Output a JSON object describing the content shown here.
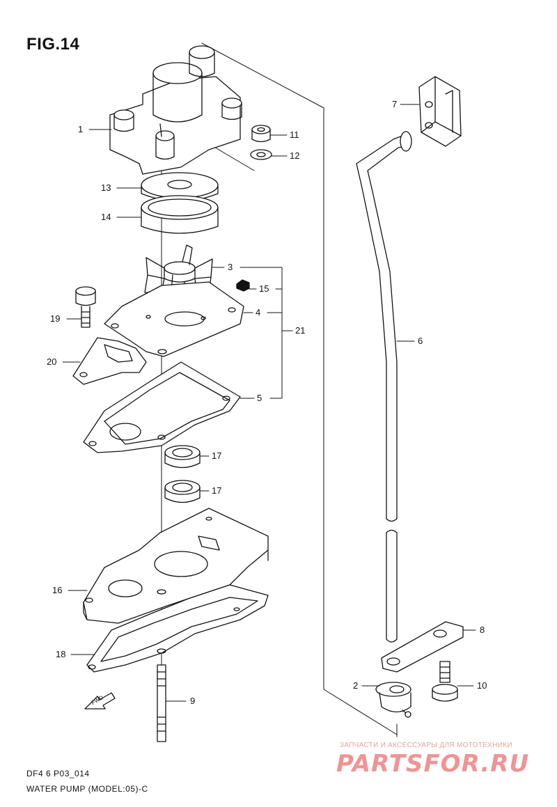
{
  "figure": {
    "title": "FIG.14"
  },
  "callouts": [
    {
      "id": "c1",
      "label": "1"
    },
    {
      "id": "c2",
      "label": "2"
    },
    {
      "id": "c3",
      "label": "3"
    },
    {
      "id": "c4",
      "label": "4"
    },
    {
      "id": "c5",
      "label": "5"
    },
    {
      "id": "c6",
      "label": "6"
    },
    {
      "id": "c7",
      "label": "7"
    },
    {
      "id": "c8",
      "label": "8"
    },
    {
      "id": "c9",
      "label": "9"
    },
    {
      "id": "c10",
      "label": "10"
    },
    {
      "id": "c11",
      "label": "11"
    },
    {
      "id": "c12",
      "label": "12"
    },
    {
      "id": "c13",
      "label": "13"
    },
    {
      "id": "c14",
      "label": "14"
    },
    {
      "id": "c15",
      "label": "15"
    },
    {
      "id": "c16",
      "label": "16"
    },
    {
      "id": "c17a",
      "label": "17"
    },
    {
      "id": "c17b",
      "label": "17"
    },
    {
      "id": "c18",
      "label": "18"
    },
    {
      "id": "c19",
      "label": "19"
    },
    {
      "id": "c20",
      "label": "20"
    },
    {
      "id": "c21",
      "label": "21"
    }
  ],
  "fwd_arrow_label": "FWD",
  "footer": {
    "code": "DF4 6 P03_014",
    "title": "WATER PUMP (MODEL:05)-C"
  },
  "watermark": {
    "tagline": "ЗАПЧАСТИ И АКСЕССУАРЫ ДЛЯ МОТОТЕХНИКИ",
    "brand": "PARTSFOR.RU",
    "color": "#e03c3c"
  }
}
